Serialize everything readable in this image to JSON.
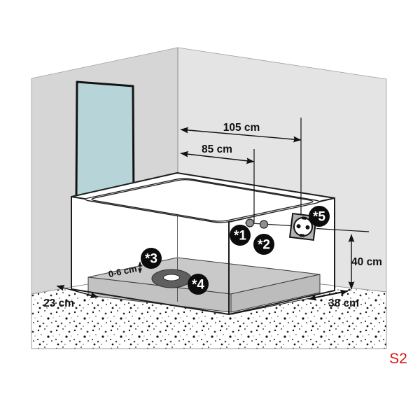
{
  "sheet": {
    "code": "S2"
  },
  "colors": {
    "wall_left": "#d6d6d6",
    "wall_back": "#e4e4e4",
    "glass": "#9fd3da",
    "plinth_top": "#c9c9c9",
    "marker_bg": "#0c0c0c",
    "marker_text": "#ffffff",
    "socket_gray": "#b2b2b2",
    "drain_dark": "#5f5f5f",
    "connection_dot": "#8f8f8f",
    "sheet_label": "#dd1111"
  },
  "dimensions": {
    "d105": {
      "label": "105 cm"
    },
    "d85": {
      "label": "85 cm"
    },
    "d40": {
      "label": "40 cm"
    },
    "d38": {
      "label": "38 cm"
    },
    "d23": {
      "label": "23 cm"
    },
    "d06": {
      "label": "0-6 cm"
    }
  },
  "markers": {
    "m1": {
      "label": "*1"
    },
    "m2": {
      "label": "*2"
    },
    "m3": {
      "label": "*3"
    },
    "m4": {
      "label": "*4"
    },
    "m5": {
      "label": "*5"
    }
  }
}
